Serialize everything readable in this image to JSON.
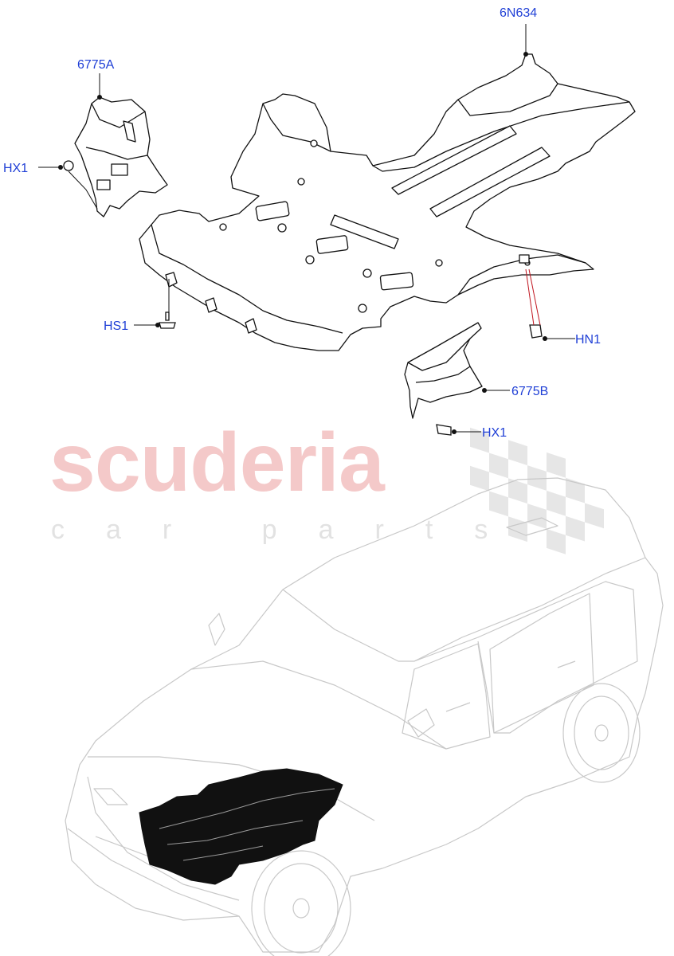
{
  "callouts": {
    "part_6n634": "6N634",
    "part_6775a": "6775A",
    "part_hx1_left": "HX1",
    "part_hs1": "HS1",
    "part_hn1": "HN1",
    "part_6775b": "6775B",
    "part_hx1_right": "HX1"
  },
  "watermark": {
    "brand": "scuderia",
    "tagline": "car parts"
  },
  "colors": {
    "callout_text": "#1f3fd6",
    "leader_line": "#c0151f",
    "watermark_brand": "#f4c9c9",
    "watermark_tagline": "#e2e2e2",
    "part_outline": "#111111",
    "car_outline": "#c8c8c8",
    "highlight_fill": "#111111"
  }
}
